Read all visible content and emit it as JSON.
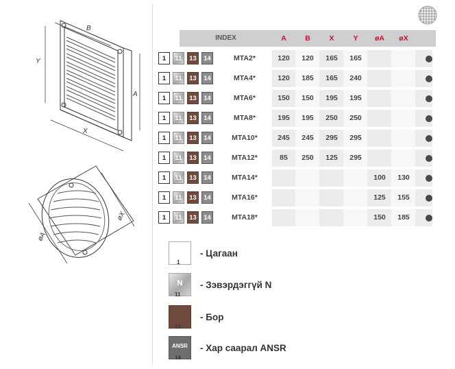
{
  "table": {
    "headers": [
      "INDEX",
      "A",
      "B",
      "X",
      "Y",
      "øA",
      "øX"
    ],
    "header_color": "#c8102e",
    "finishes": [
      "1",
      "11",
      "13",
      "14"
    ],
    "rows": [
      {
        "index": "MTA2*",
        "A": "120",
        "B": "120",
        "X": "165",
        "Y": "165",
        "dA": "",
        "dX": ""
      },
      {
        "index": "MTA4*",
        "A": "120",
        "B": "185",
        "X": "165",
        "Y": "240",
        "dA": "",
        "dX": ""
      },
      {
        "index": "MTA6*",
        "A": "150",
        "B": "150",
        "X": "195",
        "Y": "195",
        "dA": "",
        "dX": ""
      },
      {
        "index": "MTA8*",
        "A": "195",
        "B": "195",
        "X": "250",
        "Y": "250",
        "dA": "",
        "dX": ""
      },
      {
        "index": "MTA10*",
        "A": "245",
        "B": "245",
        "X": "295",
        "Y": "295",
        "dA": "",
        "dX": ""
      },
      {
        "index": "MTA12*",
        "A": "85",
        "B": "250",
        "X": "125",
        "Y": "295",
        "dA": "",
        "dX": ""
      },
      {
        "index": "MTA14*",
        "A": "",
        "B": "",
        "X": "",
        "Y": "",
        "dA": "100",
        "dX": "130"
      },
      {
        "index": "MTA16*",
        "A": "",
        "B": "",
        "X": "",
        "Y": "",
        "dA": "125",
        "dX": "155"
      },
      {
        "index": "MTA18*",
        "A": "",
        "B": "",
        "X": "",
        "Y": "",
        "dA": "150",
        "dX": "185"
      }
    ]
  },
  "drawing_labels": {
    "b": "B",
    "y": "Y",
    "a": "A",
    "x": "X",
    "da": "øA",
    "dx": "øX"
  },
  "legend": [
    {
      "code": "1",
      "badge": "",
      "label": "- Цагаан",
      "color": "#ffffff"
    },
    {
      "code": "11",
      "badge": "N",
      "label": "- Зэвэрдэггүй N",
      "color": "#a8a8a8"
    },
    {
      "code": "13",
      "badge": "",
      "label": "- Бор",
      "color": "#6f4a3d"
    },
    {
      "code": "14",
      "badge": "ANSR",
      "label": "- Хар саарал ANSR",
      "color": "#6e6e6e"
    }
  ]
}
